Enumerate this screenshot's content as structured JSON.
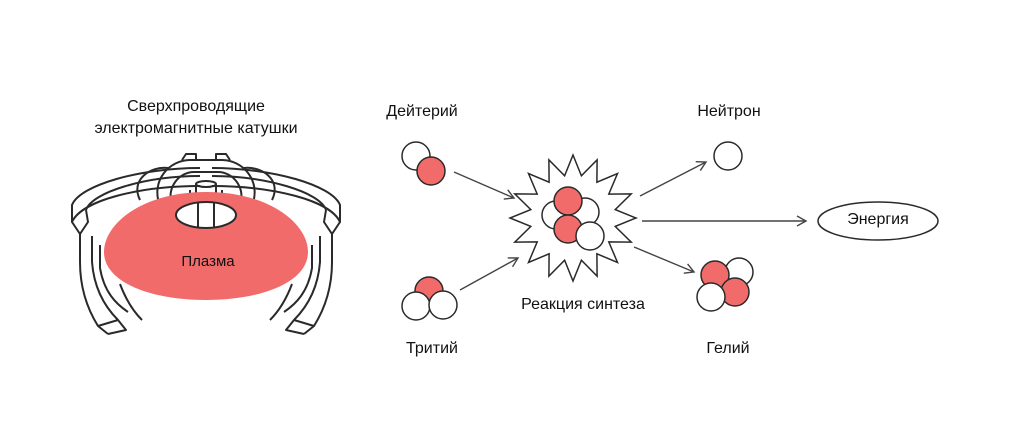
{
  "labels": {
    "coils_line1": "Сверхпроводящие",
    "coils_line2": "электромагнитные катушки",
    "plasma": "Плазма",
    "deuterium": "Дейтерий",
    "tritium": "Тритий",
    "reaction": "Реакция синтеза",
    "neutron": "Нейтрон",
    "helium": "Гелий",
    "energy": "Энергия"
  },
  "colors": {
    "proton": "#f26b6b",
    "neutron": "#ffffff",
    "plasma": "#f26b6b",
    "outline": "#2a2a2a"
  }
}
